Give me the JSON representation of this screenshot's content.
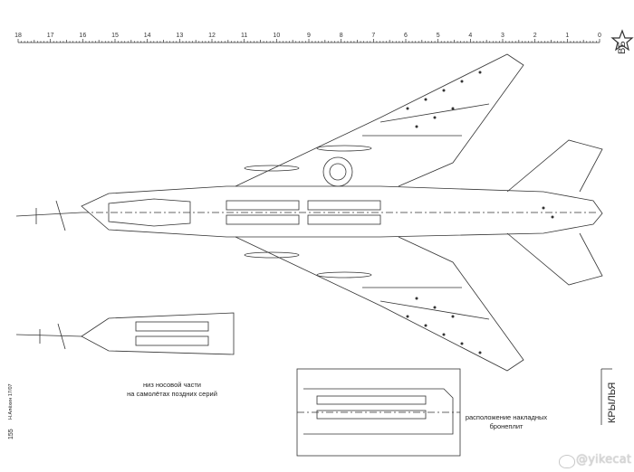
{
  "ruler": {
    "ticks": [
      "18",
      "17",
      "16",
      "15",
      "14",
      "13",
      "12",
      "11",
      "10",
      "9",
      "8",
      "7",
      "6",
      "5",
      "4",
      "3",
      "2",
      "1",
      "0"
    ]
  },
  "logo": {
    "text": "ВБ"
  },
  "captions": {
    "nose_underside_line1": "низ носовой части",
    "nose_underside_line2": "на самолётах поздних серий",
    "armor_line1": "расположение накладных",
    "armor_line2": "бронеплит"
  },
  "vertical_labels": {
    "wings": "КРЫЛЬЯ",
    "page_number": "155",
    "credit": "Н.Алёхин 17/07"
  },
  "watermark": {
    "text": "@yikecat"
  },
  "colors": {
    "line": "#333333",
    "background": "#ffffff",
    "watermark": "#cfcfcf"
  }
}
